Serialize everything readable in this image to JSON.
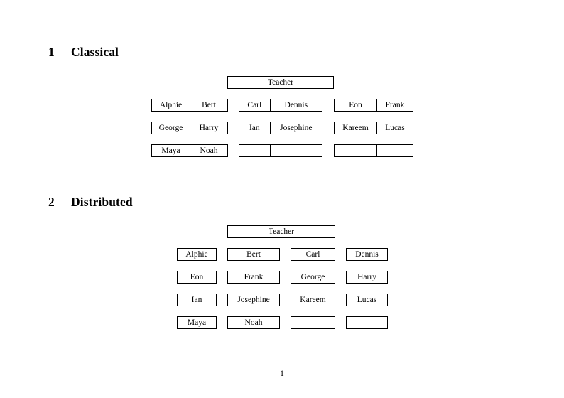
{
  "document": {
    "page_number": "1"
  },
  "sections": [
    {
      "number": "1",
      "title": "Classical",
      "teacher_label": "Teacher",
      "groups": [
        {
          "name": "group-left",
          "rows": [
            {
              "left": "Alphie",
              "right": "Bert"
            },
            {
              "left": "George",
              "right": "Harry"
            },
            {
              "left": "Maya",
              "right": "Noah"
            }
          ]
        },
        {
          "name": "group-middle",
          "rows": [
            {
              "left": "Carl",
              "right": "Dennis"
            },
            {
              "left": "Ian",
              "right": "Josephine"
            },
            {
              "left": "",
              "right": ""
            }
          ]
        },
        {
          "name": "group-right",
          "rows": [
            {
              "left": "Eon",
              "right": "Frank"
            },
            {
              "left": "Kareem",
              "right": "Lucas"
            },
            {
              "left": "",
              "right": ""
            }
          ]
        }
      ]
    },
    {
      "number": "2",
      "title": "Distributed",
      "teacher_label": "Teacher",
      "rows": [
        [
          "Alphie",
          "Bert",
          "Carl",
          "Dennis"
        ],
        [
          "Eon",
          "Frank",
          "George",
          "Harry"
        ],
        [
          "Ian",
          "Josephine",
          "Kareem",
          "Lucas"
        ],
        [
          "Maya",
          "Noah",
          "",
          ""
        ]
      ]
    }
  ]
}
